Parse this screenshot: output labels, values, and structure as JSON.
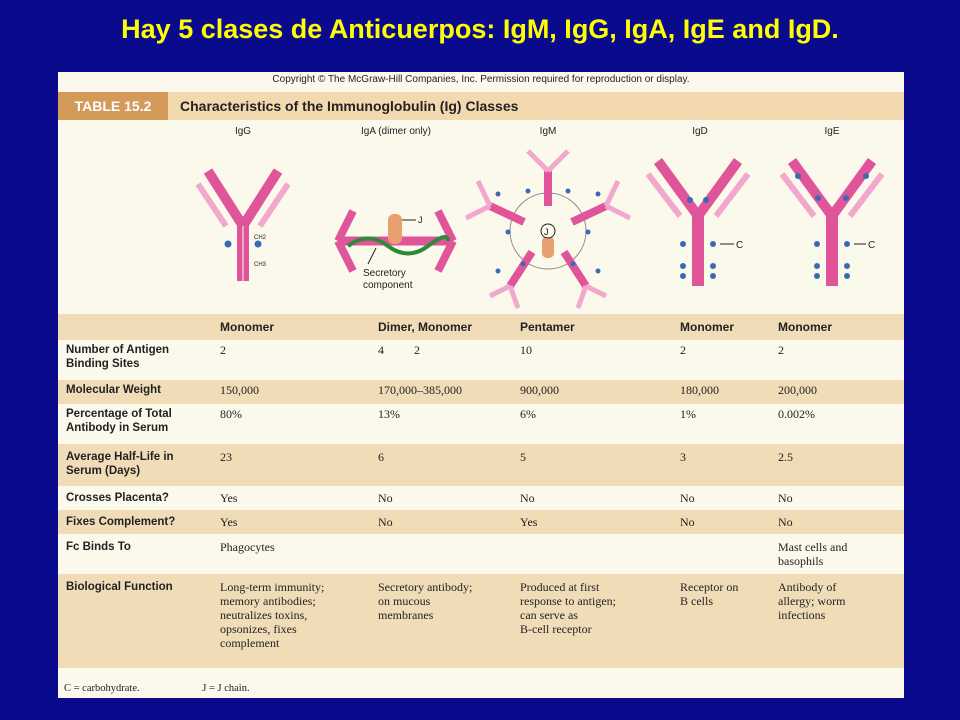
{
  "title": "Hay 5 clases de Anticuerpos: IgM, IgG, IgA, IgE and IgD.",
  "copyright": "Copyright © The McGraw-Hill Companies, Inc. Permission required for reproduction or display.",
  "table": {
    "tag": "TABLE 15.2",
    "caption": "Characteristics of the Immunoglobulin (Ig) Classes"
  },
  "diagrams": {
    "igg_label": "IgG",
    "iga_label": "IgA (dimer only)",
    "igm_label": "IgM",
    "igd_label": "IgD",
    "ige_label": "IgE",
    "ch2": "CH2",
    "ch3": "CH3",
    "j": "J",
    "secretory": "Secretory",
    "component": "component",
    "c": "C",
    "colors": {
      "chain": "#e0559a",
      "light": "#f2a8cc",
      "carb": "#3b6ab5",
      "secretory": "#2e8a3a",
      "jchain": "#e8a070"
    }
  },
  "columns": [
    {
      "structure": "Monomer"
    },
    {
      "structure": "Dimer, Monomer"
    },
    {
      "structure": "Pentamer"
    },
    {
      "structure": "Monomer"
    },
    {
      "structure": "Monomer"
    }
  ],
  "rows": [
    {
      "label": "Number of Antigen\n  Binding Sites",
      "values": [
        "2",
        "4          2",
        "10",
        "2",
        "2"
      ]
    },
    {
      "label": "Molecular Weight",
      "values": [
        "150,000",
        "170,000–385,000",
        "900,000",
        "180,000",
        "200,000"
      ]
    },
    {
      "label": "Percentage of Total\n  Antibody in Serum",
      "values": [
        "80%",
        "13%",
        "6%",
        "1%",
        "0.002%"
      ]
    },
    {
      "label": "Average Half-Life in\n  Serum (Days)",
      "values": [
        "23",
        "6",
        "5",
        "3",
        "2.5"
      ]
    },
    {
      "label": "Crosses Placenta?",
      "values": [
        "Yes",
        "No",
        "No",
        "No",
        "No"
      ]
    },
    {
      "label": "Fixes Complement?",
      "values": [
        "Yes",
        "No",
        "Yes",
        "No",
        "No"
      ]
    },
    {
      "label": "Fc Binds To",
      "values": [
        "Phagocytes",
        "",
        "",
        "",
        "Mast cells and\n  basophils"
      ]
    },
    {
      "label": "Biological Function",
      "values": [
        "Long-term immunity;\n  memory antibodies;\n  neutralizes toxins,\n  opsonizes, fixes\n  complement",
        "Secretory antibody;\n  on mucous\n  membranes",
        "Produced at first\n  response to antigen;\n  can serve as\n  B-cell receptor",
        "Receptor on\n  B cells",
        "Antibody of\n  allergy; worm\n  infections"
      ]
    }
  ],
  "footnote": {
    "c": "C = carbohydrate.",
    "j": "J = J chain."
  }
}
